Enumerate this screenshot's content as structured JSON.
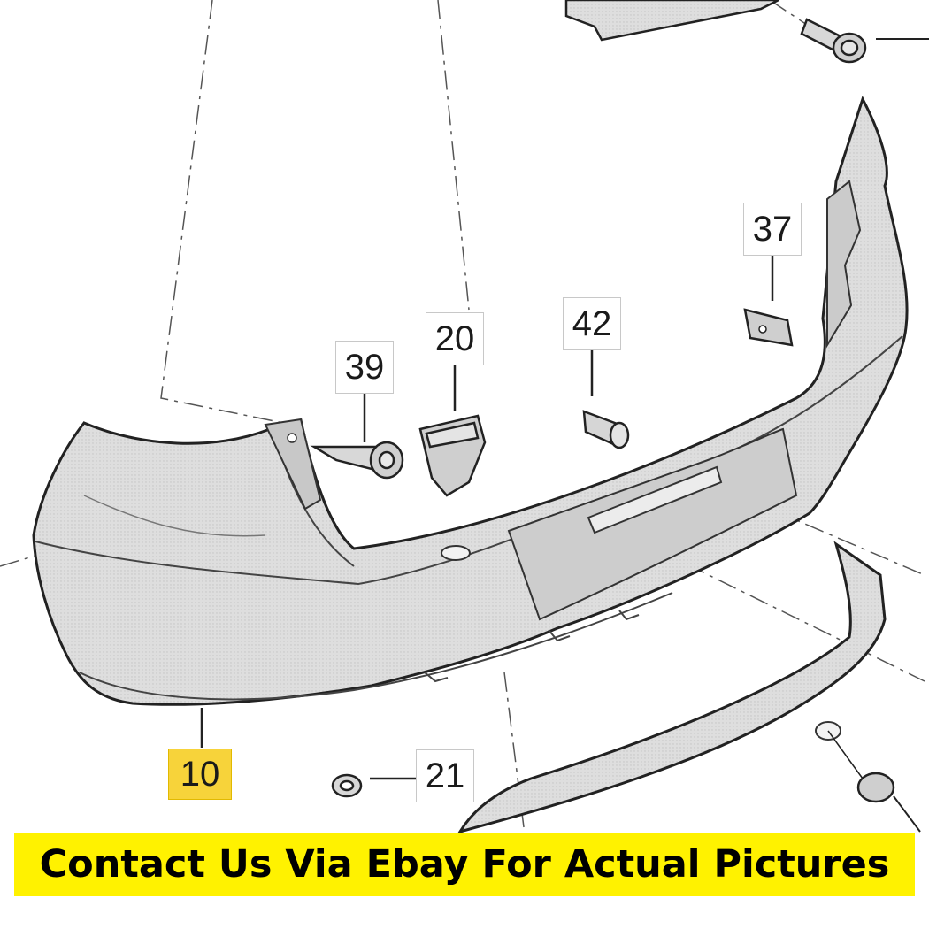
{
  "callouts": {
    "c39": "39",
    "c20": "20",
    "c42": "42",
    "c37": "37",
    "c10": "10",
    "c21": "21"
  },
  "banner": {
    "text": "Contact Us Via Ebay For Actual Pictures"
  },
  "colors": {
    "part_fill": "#dcdcdc",
    "line": "#333333",
    "highlight": "#f7d33a",
    "banner_bg": "#fff200"
  }
}
